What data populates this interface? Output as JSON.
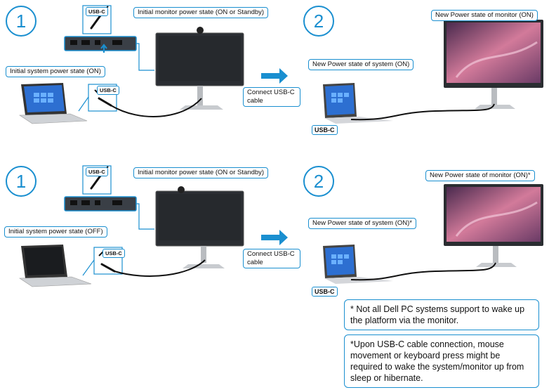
{
  "rows": [
    {
      "step1_number": "1",
      "step2_number": "2",
      "monitor_state_initial": "Initial monitor power state (ON or Standby)",
      "system_state_initial": "Initial system power state (ON)",
      "connect_label": "Connect USB-C cable",
      "usb_tag_top": "USB-C",
      "usb_tag_laptop": "USB-C",
      "usb_tag_bottom": "USB-C",
      "system_state_new": "New Power state of system (ON)",
      "monitor_state_new": "New Power state of monitor (ON)"
    },
    {
      "step1_number": "1",
      "step2_number": "2",
      "monitor_state_initial": "Initial monitor power state (ON or Standby)",
      "system_state_initial": "Initial system power state (OFF)",
      "connect_label": "Connect USB-C cable",
      "usb_tag_top": "USB-C",
      "usb_tag_laptop": "USB-C",
      "usb_tag_bottom": "USB-C",
      "system_state_new": "New Power state of system (ON)*",
      "monitor_state_new": "New Power state of monitor (ON)*"
    }
  ],
  "notes": {
    "note1": "* Not all Dell PC systems support to wake up the platform via the monitor.",
    "note2": "*Upon USB-C cable connection, mouse movement or keyboard press might be required to wake the system/monitor up from sleep or hibernate."
  },
  "colors": {
    "accent": "#1a8fd0",
    "arrow": "#1a8fd0"
  },
  "icons": [
    "arrow-right-icon",
    "monitor-icon",
    "laptop-icon",
    "usb-c-connector-icon"
  ]
}
